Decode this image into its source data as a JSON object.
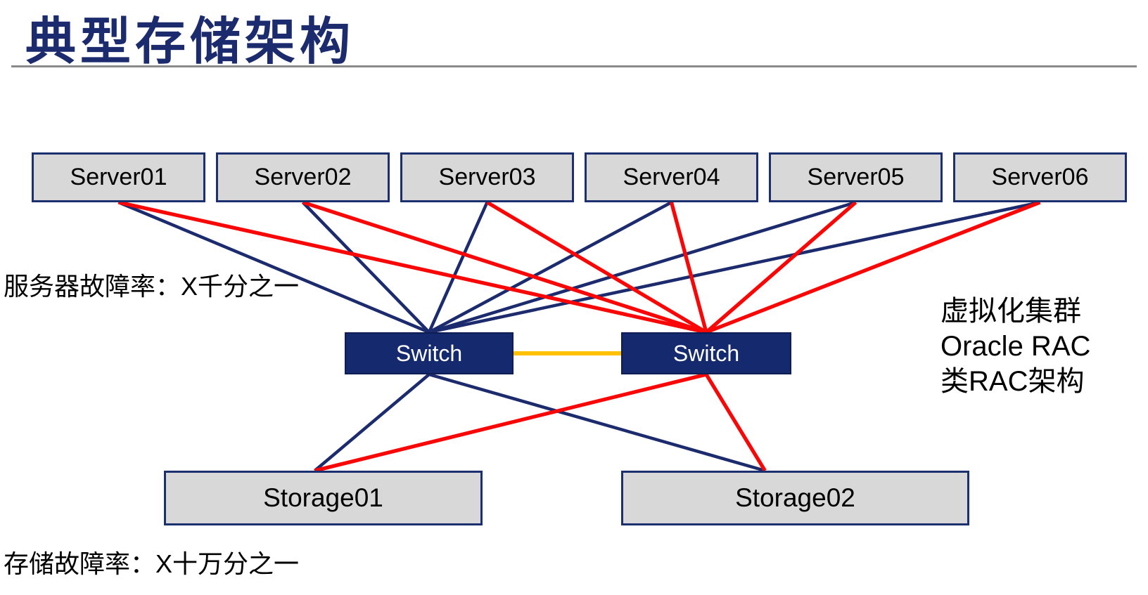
{
  "page": {
    "title": "典型存储架构"
  },
  "annotations": {
    "server_failure_rate": "服务器故障率：X千分之一",
    "storage_failure_rate": "存储故障率：X十万分之一",
    "cluster_note_lines": [
      "虚拟化集群",
      "Oracle RAC",
      "类RAC架构"
    ]
  },
  "colors": {
    "title_text": "#1b2b6e",
    "node_fill": "#d8d8d8",
    "node_border": "#1c2f6e",
    "switch_fill": "#14296e",
    "switch_text": "#ffffff",
    "link_primary": "#1b2b6e",
    "link_secondary": "#f90606",
    "link_interswitch": "#ffc000",
    "divider": "#8a8a8a",
    "body_text": "#000000"
  },
  "diagram": {
    "servers": [
      {
        "id": "server01",
        "label": "Server01"
      },
      {
        "id": "server02",
        "label": "Server02"
      },
      {
        "id": "server03",
        "label": "Server03"
      },
      {
        "id": "server04",
        "label": "Server04"
      },
      {
        "id": "server05",
        "label": "Server05"
      },
      {
        "id": "server06",
        "label": "Server06"
      }
    ],
    "switches": [
      {
        "id": "switch-a",
        "label": "Switch"
      },
      {
        "id": "switch-b",
        "label": "Switch"
      }
    ],
    "storages": [
      {
        "id": "storage01",
        "label": "Storage01"
      },
      {
        "id": "storage02",
        "label": "Storage02"
      }
    ],
    "links": [
      {
        "from": "server01",
        "to": "switch-a",
        "role": "primary"
      },
      {
        "from": "server02",
        "to": "switch-a",
        "role": "primary"
      },
      {
        "from": "server03",
        "to": "switch-a",
        "role": "primary"
      },
      {
        "from": "server04",
        "to": "switch-a",
        "role": "primary"
      },
      {
        "from": "server05",
        "to": "switch-a",
        "role": "primary"
      },
      {
        "from": "server06",
        "to": "switch-a",
        "role": "primary"
      },
      {
        "from": "switch-a",
        "to": "storage01",
        "role": "primary"
      },
      {
        "from": "switch-a",
        "to": "storage02",
        "role": "primary"
      },
      {
        "from": "server01",
        "to": "switch-b",
        "role": "secondary"
      },
      {
        "from": "server02",
        "to": "switch-b",
        "role": "secondary"
      },
      {
        "from": "server03",
        "to": "switch-b",
        "role": "secondary"
      },
      {
        "from": "server04",
        "to": "switch-b",
        "role": "secondary"
      },
      {
        "from": "server05",
        "to": "switch-b",
        "role": "secondary"
      },
      {
        "from": "server06",
        "to": "switch-b",
        "role": "secondary"
      },
      {
        "from": "switch-b",
        "to": "storage01",
        "role": "secondary"
      },
      {
        "from": "switch-b",
        "to": "storage02",
        "role": "secondary"
      },
      {
        "from": "switch-a",
        "to": "switch-b",
        "role": "interswitch"
      }
    ]
  }
}
